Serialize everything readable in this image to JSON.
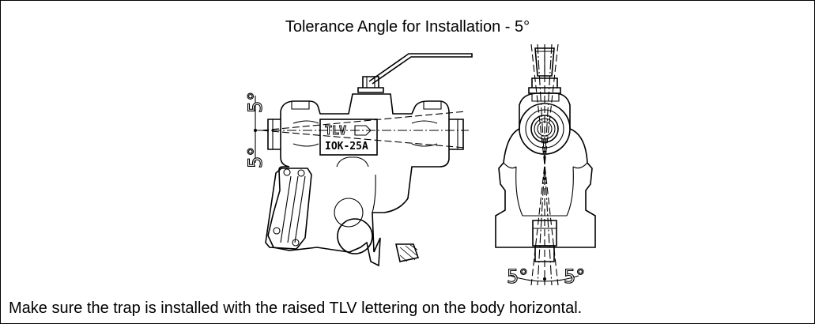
{
  "figure": {
    "title": "Tolerance Angle for Installation - 5°",
    "caption": "Make sure the trap is installed with the raised TLV lettering on the body horizontal."
  },
  "side_view": {
    "nameplate_brand": "TLV",
    "nameplate_model": "IOK-25A",
    "angle_top_label": "5°",
    "angle_bottom_label": "5°"
  },
  "end_view": {
    "angle_left_label": "5°",
    "angle_right_label": "5°"
  }
}
